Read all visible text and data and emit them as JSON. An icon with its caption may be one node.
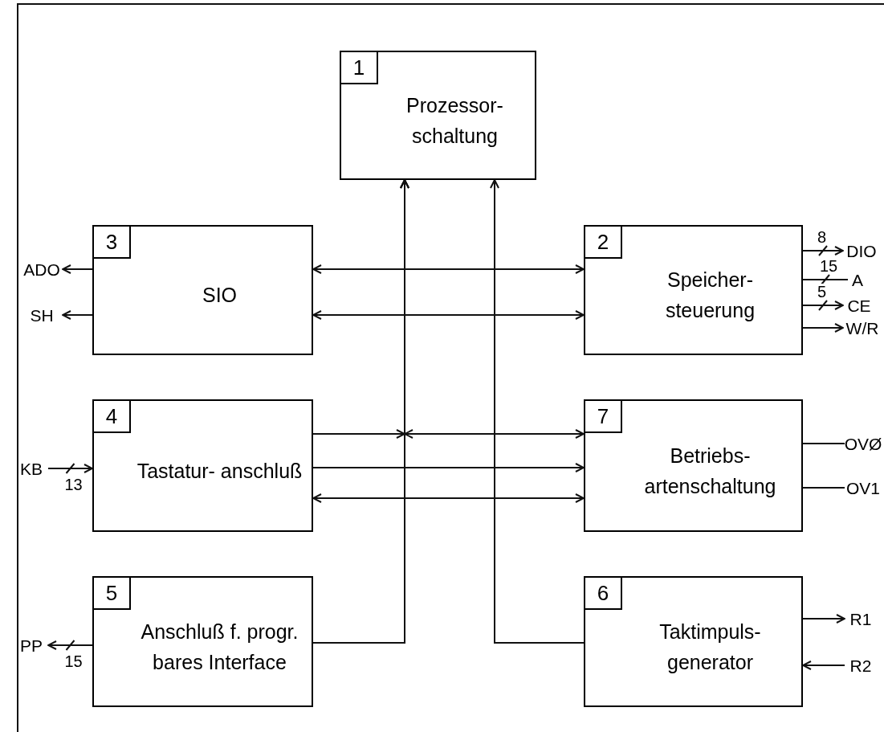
{
  "diagram": {
    "nodes": [
      {
        "text": [
          "1",
          "Prozessor- schaltung"
        ]
      },
      {
        "text": [
          "3",
          "SIO"
        ]
      },
      {
        "text": [
          "2",
          "Speicher- steuerung"
        ]
      },
      {
        "text": [
          "4",
          "Tastatur- anschluß"
        ]
      },
      {
        "text": [
          "7",
          "Betriebs- artenschaltung"
        ]
      },
      {
        "text": [
          "5",
          "Anschluß f. progr. bares Interface"
        ]
      },
      {
        "text": [
          "6",
          "Taktimpuls- generator"
        ]
      },
      {
        "text": [
          "ADO"
        ]
      },
      {
        "text": [
          "SH"
        ]
      },
      {
        "text": [
          "KB"
        ]
      },
      {
        "text": [
          "PP"
        ]
      },
      {
        "text": [
          "DIO"
        ]
      },
      {
        "text": [
          "A"
        ]
      },
      {
        "text": [
          "CE"
        ]
      },
      {
        "text": [
          "W/R"
        ]
      },
      {
        "text": [
          "OVØ"
        ]
      },
      {
        "text": [
          "OV1"
        ]
      },
      {
        "text": [
          "R1"
        ]
      },
      {
        "text": [
          "R2"
        ]
      }
    ],
    "edges": [
      {
        "from": 5,
        "to": 0,
        "arrow": "to"
      },
      {
        "from": 6,
        "to": 0,
        "arrow": "to"
      },
      {
        "from": 1,
        "to": 2,
        "arrow": "both"
      },
      {
        "from": 1,
        "to": 2,
        "arrow": "both"
      },
      {
        "from": 3,
        "to": 0,
        "arrow": "to"
      },
      {
        "from": 4,
        "to": 0,
        "arrow": "both"
      },
      {
        "from": 3,
        "to": 4,
        "arrow": "to"
      },
      {
        "from": 3,
        "to": 4,
        "arrow": "both"
      },
      {
        "from": 1,
        "to": 7,
        "arrow": "to"
      },
      {
        "from": 1,
        "to": 8,
        "arrow": "to"
      },
      {
        "from": 9,
        "to": 3,
        "arrow": "to",
        "label": "13"
      },
      {
        "from": 5,
        "to": 10,
        "arrow": "to",
        "label": "15"
      },
      {
        "from": 2,
        "to": 11,
        "arrow": "to",
        "label": "8"
      },
      {
        "from": 2,
        "to": 12,
        "arrow": "none",
        "label": "15"
      },
      {
        "from": 2,
        "to": 13,
        "arrow": "to",
        "label": "5"
      },
      {
        "from": 2,
        "to": 14,
        "arrow": "to"
      },
      {
        "from": 4,
        "to": 15,
        "arrow": "none"
      },
      {
        "from": 4,
        "to": 16,
        "arrow": "none"
      },
      {
        "from": 6,
        "to": 17,
        "arrow": "to"
      },
      {
        "from": 18,
        "to": 6,
        "arrow": "to"
      }
    ]
  }
}
